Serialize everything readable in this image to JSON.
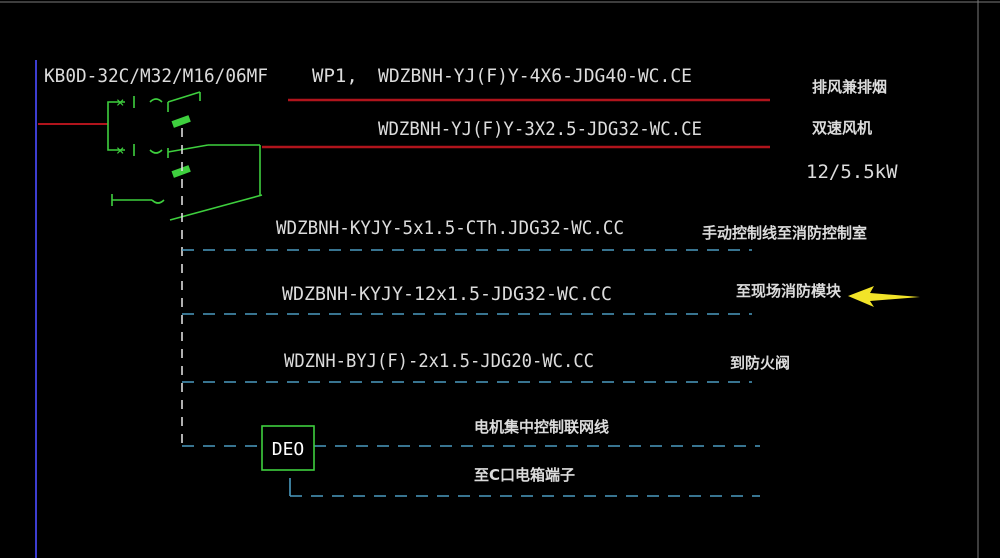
{
  "colors": {
    "background": "#000000",
    "power_line": "#b0141c",
    "control_line": "#4a9ac0",
    "breaker": "#3ecf3e",
    "text": "#dcdcdc",
    "arrow": "#f2e428",
    "frame": "#7a7a7a"
  },
  "breaker_label": "KB0D-32C/M32/M16/06MF",
  "circuit_id": "WP1,",
  "cables": [
    "WDZBNH-YJ(F)Y-4X6-JDG40-WC.CE",
    "WDZBNH-YJ(F)Y-3X2.5-JDG32-WC.CE",
    "WDZBNH-KYJY-5x1.5-CTh.JDG32-WC.CC",
    "WDZBNH-KYJY-12x1.5-JDG32-WC.CC",
    "WDZNH-BYJ(F)-2x1.5-JDG20-WC.CC"
  ],
  "load": {
    "line1": "排风兼排烟",
    "line2": "双速风机",
    "power": "12/5.5kW"
  },
  "destinations": [
    "手动控制线至消防控制室",
    "至现场消防模块",
    "到防火阀"
  ],
  "module": {
    "box_label": "DEO",
    "desc_top": "电机集中控制联网线",
    "desc_bottom": "至C口电箱端子"
  },
  "annotation": {
    "arrow_icon": "yellow-left-arrow",
    "points_to": "至现场消防模块"
  }
}
